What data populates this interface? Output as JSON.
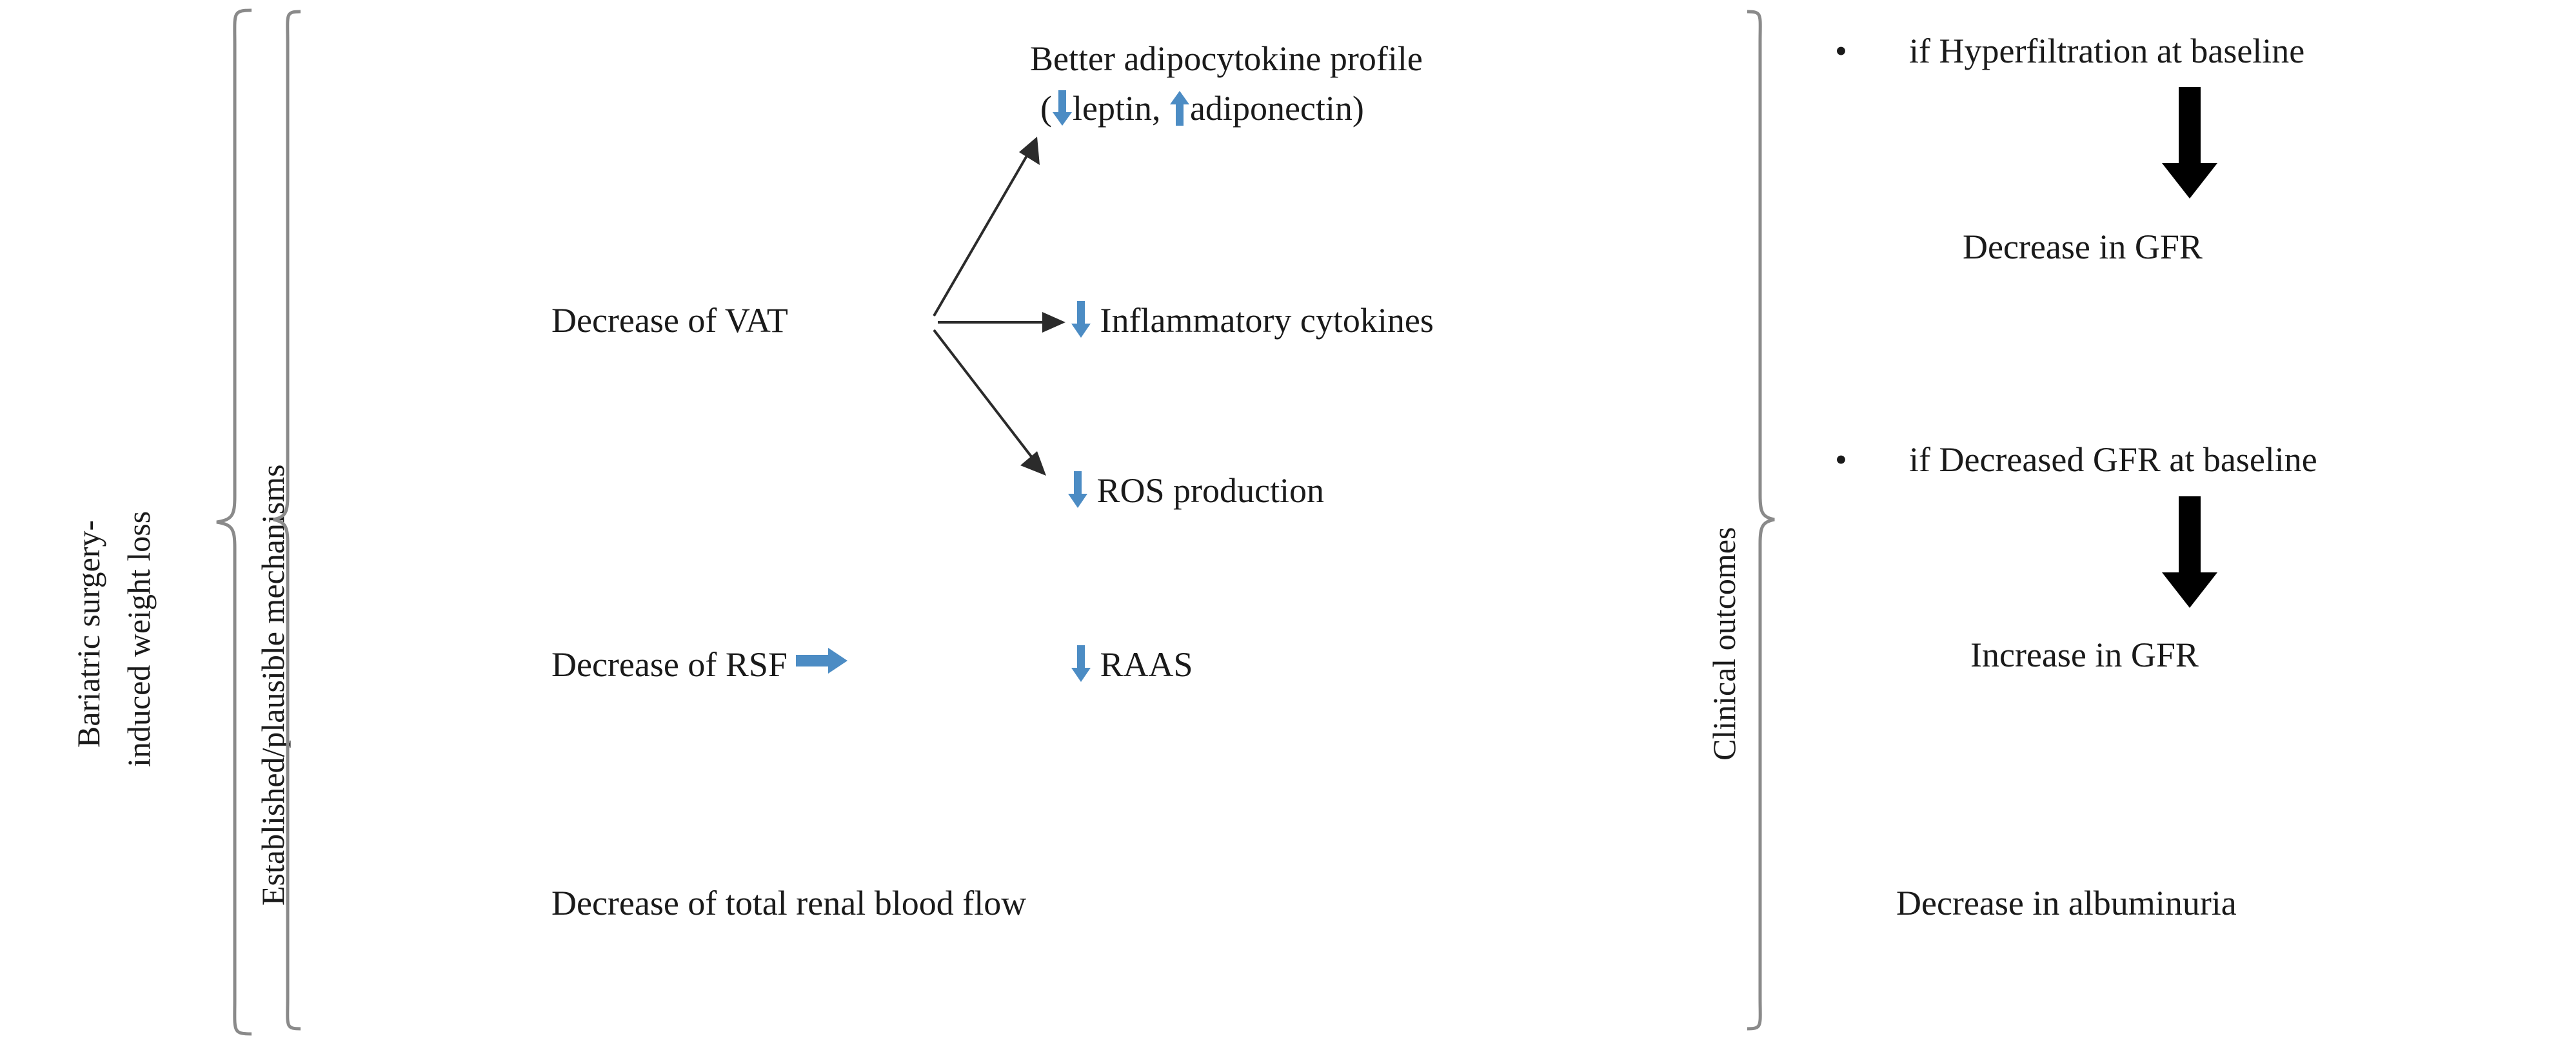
{
  "figure": {
    "type": "flow-diagram",
    "title_left_axis": "Bariatric surgery-induced weight loss",
    "colors": {
      "blue_arrow": "#4C8CC4",
      "black_arrow": "#000000",
      "brace": "#8A8A8A",
      "text": "#1A1A1A"
    }
  },
  "left_axis": {
    "label_line1": "Bariatric surgery-",
    "label_line2": "induced weight loss"
  },
  "mechanisms": {
    "group_label": "Established/plausible mechanisms",
    "source_nodes": [
      {
        "id": "vat",
        "label": "Decrease of VAT"
      },
      {
        "id": "rsf",
        "label": "Decrease of RSF"
      }
    ],
    "outcomes": [
      {
        "id": "adipocytokine",
        "line1": "Better adipocytokine profile",
        "line2_prefix": "(",
        "line2_down_label": "leptin,",
        "line2_up_label": "adiponectin)",
        "down_icon": "blue-down-arrow-icon",
        "up_icon": "blue-up-arrow-icon"
      },
      {
        "id": "inflammatory",
        "icon": "blue-down-arrow-icon",
        "label": "Inflammatory cytokines"
      },
      {
        "id": "ros",
        "icon": "blue-down-arrow-icon",
        "label": "ROS production"
      },
      {
        "id": "raas",
        "icon": "blue-down-arrow-icon",
        "label": "RAAS"
      }
    ],
    "rsf_connector_icon": "blue-right-arrow-icon",
    "footer": "Decrease of total renal blood flow"
  },
  "clinical": {
    "group_label": "Clinical outcomes",
    "branches": [
      {
        "bullet": "•",
        "condition": "if Hyperfiltration at baseline",
        "arrow_icon": "black-down-arrow-icon",
        "result": "Decrease in GFR"
      },
      {
        "bullet": "•",
        "condition": "if  Decreased GFR at baseline",
        "arrow_icon": "black-down-arrow-icon",
        "result": "Increase in GFR"
      }
    ],
    "footer": "Decrease in albuminuria"
  }
}
